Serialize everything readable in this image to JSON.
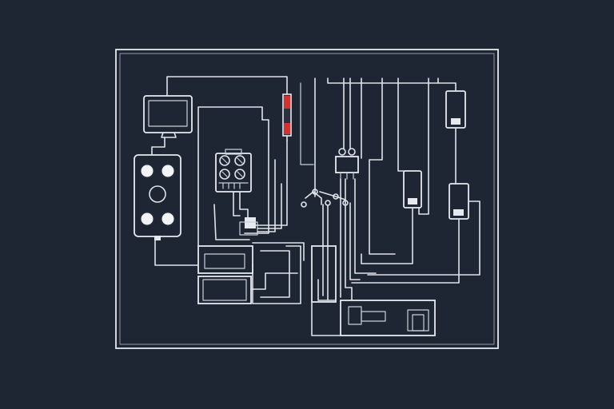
{
  "diagram": {
    "background": "#1f2633",
    "line_color": "#dfe4ea",
    "accent_red": "#d8302f",
    "components": [
      "monitor-icon",
      "control-panel",
      "gauge-cluster",
      "fuse-indicator",
      "junction-block",
      "relay-module",
      "switch-module",
      "terminal-cabinet"
    ]
  }
}
